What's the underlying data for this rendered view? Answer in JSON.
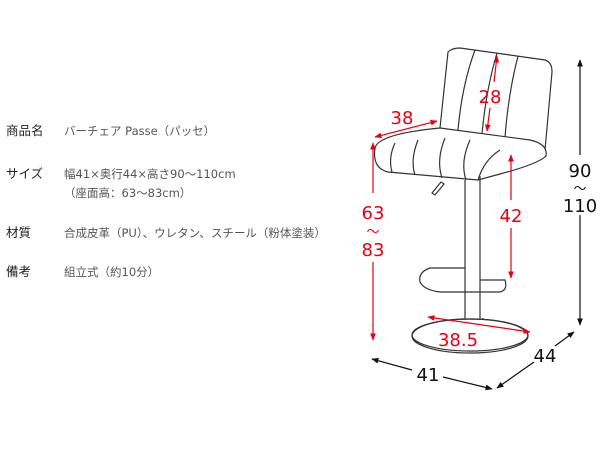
{
  "specs": [
    {
      "label": "商品名",
      "lines": [
        "バーチェア Passe（パッセ）"
      ]
    },
    {
      "label": "サイズ",
      "lines": [
        "幅41×奥行44×高さ90〜110cm",
        "（座面高：63〜83cm）"
      ]
    },
    {
      "label": "材質",
      "lines": [
        "合成皮革（PU）、ウレタン、スチール（粉体塗装）"
      ]
    },
    {
      "label": "備考",
      "lines": [
        "組立式（約10分）"
      ]
    }
  ],
  "diagram": {
    "colors": {
      "red": "#e60012",
      "black": "#111111",
      "line": "#333333"
    },
    "dimensions": {
      "seat_depth": "38",
      "backrest_height": "28",
      "seat_height_min": "63",
      "seat_height_tilde": "〜",
      "seat_height_max": "83",
      "seat_to_footrest": "42",
      "base_diameter": "38.5",
      "total_height_min": "90",
      "total_height_tilde": "〜",
      "total_height_max": "110",
      "width": "41",
      "depth": "44"
    }
  }
}
